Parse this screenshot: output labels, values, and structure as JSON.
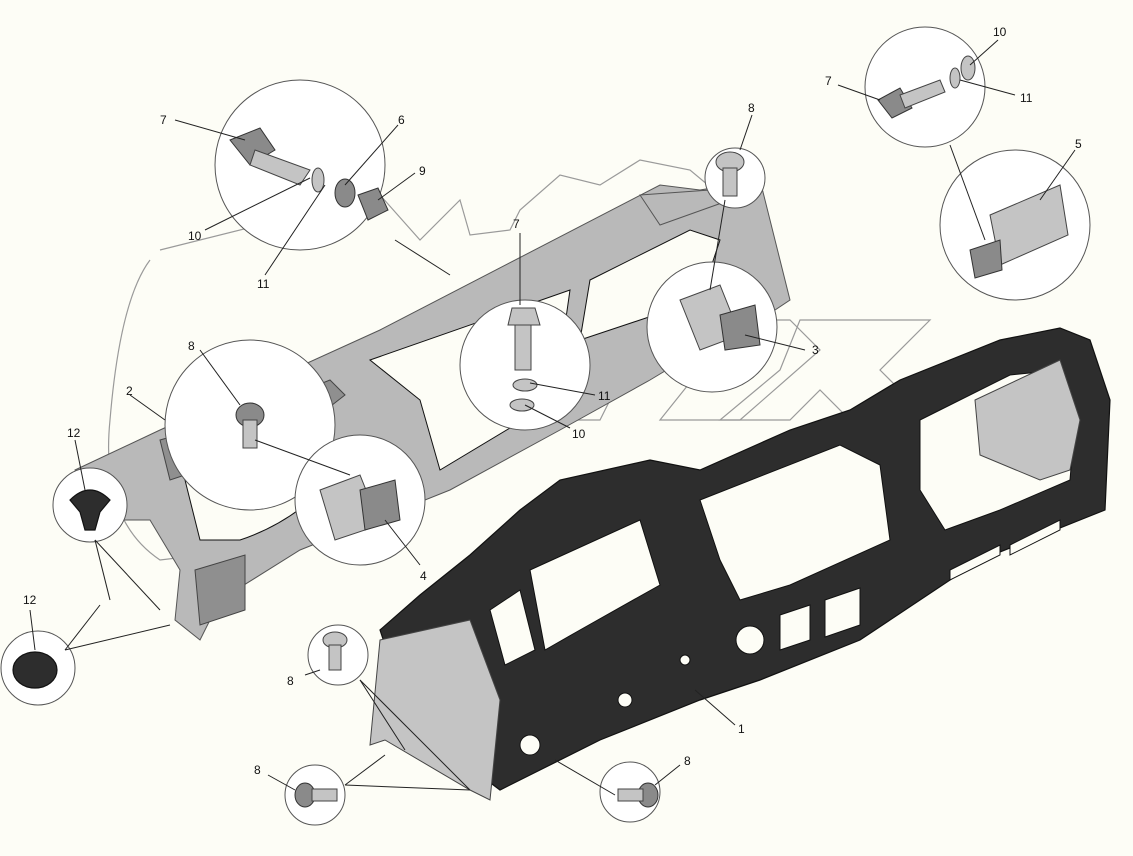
{
  "diagram": {
    "part_numbers": {
      "panel": "1",
      "frame": "2",
      "bracket_right": "3",
      "bracket_left": "4",
      "bracket_block": "5",
      "washer_6": "6",
      "bolt": "7",
      "screw": "8",
      "nut": "9",
      "washer_10": "10",
      "washer_11": "11",
      "clip": "12"
    }
  },
  "colors": {
    "background": "#fdfdf6",
    "panel": "#2d2d2d",
    "frame": "#b9b9b9",
    "watermark": "#9a9a9a"
  }
}
